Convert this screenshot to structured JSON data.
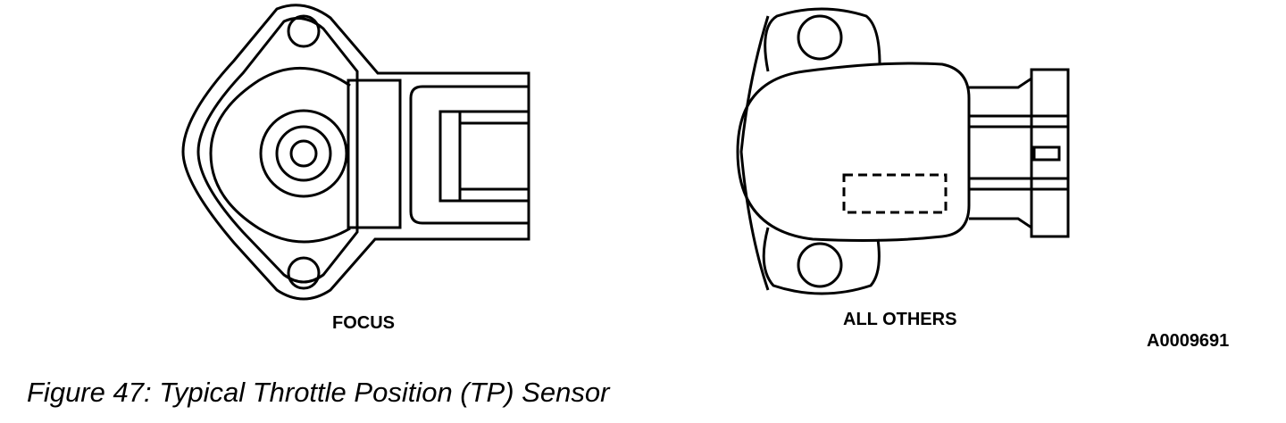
{
  "labels": {
    "focus": "FOCUS",
    "all_others": "ALL OTHERS",
    "figure_id": "A0009691"
  },
  "caption": "Figure 47: Typical Throttle Position (TP) Sensor",
  "colors": {
    "line": "#000000",
    "background": "#ffffff"
  }
}
